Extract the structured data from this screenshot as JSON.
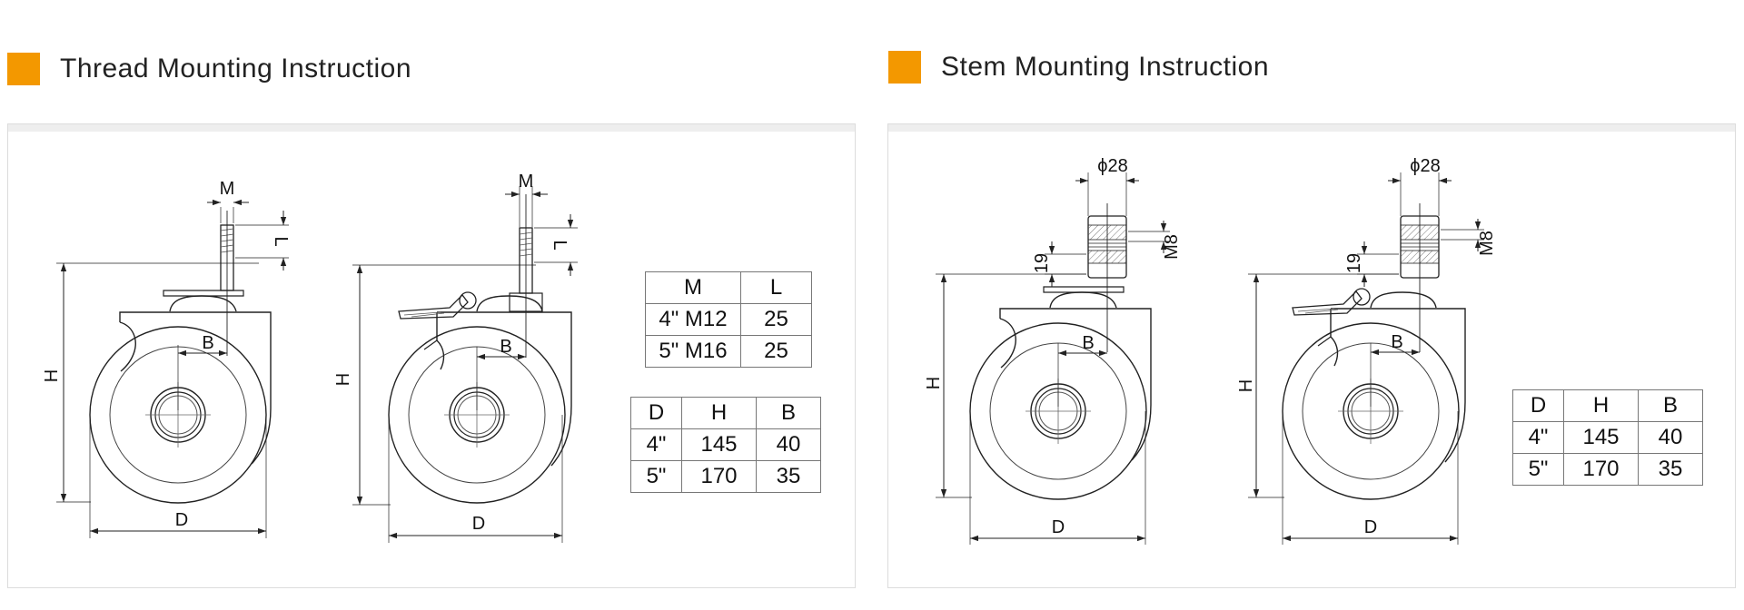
{
  "colors": {
    "accent": "#f39800",
    "line": "#222222",
    "panel_border": "#dcdcdc"
  },
  "thread": {
    "title": "Thread Mounting Instruction",
    "labels": {
      "M": "M",
      "L": "L",
      "B": "B",
      "H": "H",
      "D": "D"
    },
    "size_table": {
      "headers": [
        "M",
        "L"
      ],
      "rows": [
        [
          "4\" M12",
          "25"
        ],
        [
          "5\" M16",
          "25"
        ]
      ]
    },
    "dim_table": {
      "headers": [
        "D",
        "H",
        "B"
      ],
      "rows": [
        [
          "4\"",
          "145",
          "40"
        ],
        [
          "5\"",
          "170",
          "35"
        ]
      ]
    }
  },
  "stem": {
    "title": "Stem Mounting Instruction",
    "labels": {
      "dia": "ϕ28",
      "M8": "M8",
      "n19": "19",
      "B": "B",
      "H": "H",
      "D": "D"
    },
    "dim_table": {
      "headers": [
        "D",
        "H",
        "B"
      ],
      "rows": [
        [
          "4\"",
          "145",
          "40"
        ],
        [
          "5\"",
          "170",
          "35"
        ]
      ]
    }
  }
}
